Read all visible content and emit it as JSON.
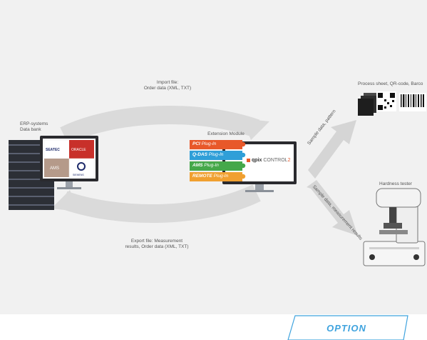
{
  "labels": {
    "import": [
      "Import file:",
      "Order data (XML, TXT)"
    ],
    "export": [
      "Export file: Measurement",
      "results, Order data (XML, TXT)"
    ],
    "erp": [
      "ERP-systems",
      "Data bank"
    ],
    "extension": "Extension Module",
    "process_sheet": "Process sheet, QR-code, Barco",
    "sample_pattern": "Sample data, pattern",
    "sample_results": "Sample data, measurement results",
    "hardness_tester": "Hardness tester"
  },
  "erp_logos": [
    "SEATEC",
    "ORACLE",
    "AMS",
    "SIEMENS"
  ],
  "plugins": [
    {
      "name": "PCI",
      "suffix": "Plug-In",
      "color": "#e8582a"
    },
    {
      "name": "Q-DAS",
      "suffix": "Plug-In",
      "color": "#2f9fd8"
    },
    {
      "name": "AMS",
      "suffix": "Plug-In",
      "color": "#45a84a"
    },
    {
      "name": "REMOTE",
      "suffix": "Plug-In",
      "color": "#f0a030"
    }
  ],
  "qpix": {
    "brand": "qpix",
    "product": "CONTROL",
    "suffix": "2"
  },
  "option_label": "OPTION"
}
